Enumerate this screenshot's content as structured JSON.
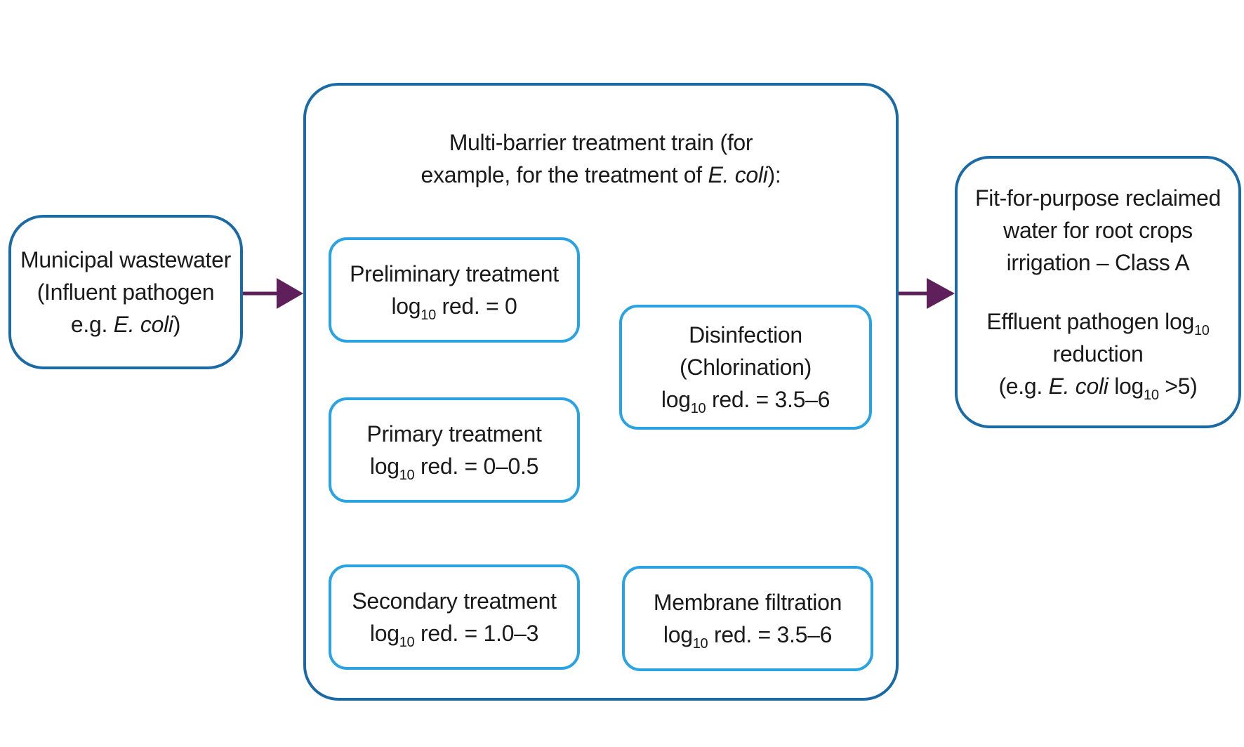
{
  "arrow_color": "#5e1f5b",
  "border_dark": "#1a6aa6",
  "border_light": "#29a3e1",
  "input": {
    "line1": "Municipal wastewater",
    "line2": "(Influent pathogen",
    "line3_prefix": "e.g. ",
    "line3_italic": "E. coli",
    "line3_suffix": ")"
  },
  "train": {
    "title_line1": "Multi-barrier treatment train (for",
    "title_line2_prefix": "example, for the treatment of ",
    "title_line2_italic": "E. coli",
    "title_line2_suffix": "):"
  },
  "log_prefix": "log",
  "log_subscript": "10",
  "steps": {
    "preliminary": {
      "name": "Preliminary treatment",
      "value": " red. = 0"
    },
    "primary": {
      "name": "Primary treatment",
      "value": " red. = 0–0.5"
    },
    "secondary": {
      "name": "Secondary treatment",
      "value": " red. = 1.0–3"
    },
    "membrane": {
      "name": "Membrane filtration",
      "value": " red. = 3.5–6"
    },
    "disinfection": {
      "name": "Disinfection",
      "name2": "(Chlorination)",
      "value": " red. = 3.5–6"
    }
  },
  "output": {
    "line1": "Fit-for-purpose reclaimed",
    "line2": "water for root crops",
    "line3": "irrigation – Class A",
    "line4": "Effluent pathogen log",
    "line5": "reduction",
    "line6_prefix": "(e.g. ",
    "line6_italic": "E. coli",
    "line6_mid": " log",
    "line6_suffix": " >5)"
  }
}
